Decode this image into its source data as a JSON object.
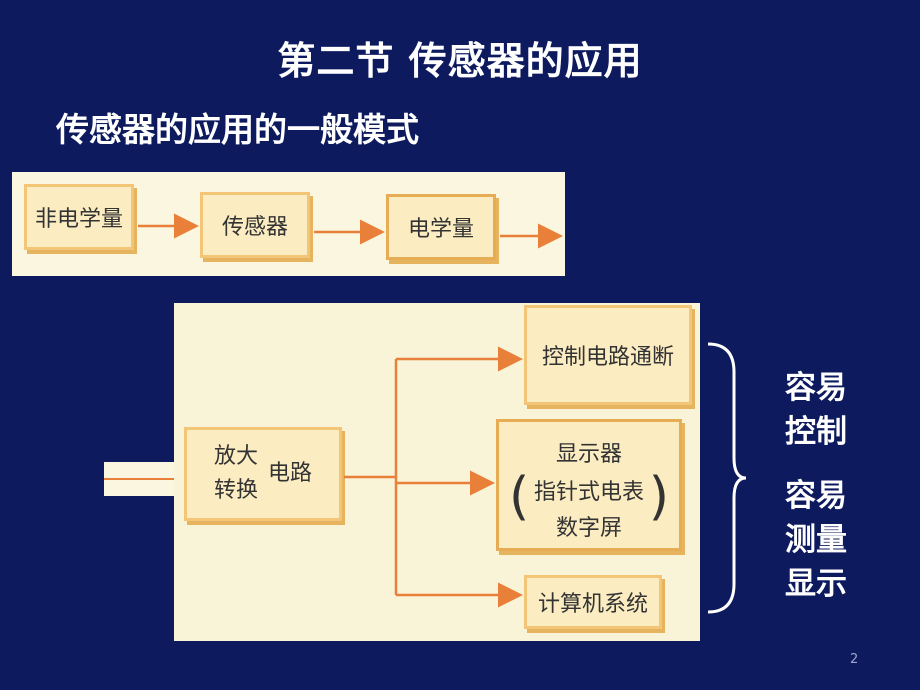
{
  "slide": {
    "title": "第二节 传感器的应用",
    "subtitle": "传感器的应用的一般模式",
    "page_number": "2"
  },
  "top_flow": {
    "boxes": [
      "非电学量",
      "传感器",
      "电学量"
    ]
  },
  "bottom_flow": {
    "amplifier_line1": "放大",
    "amplifier_line2": "转换",
    "amplifier_suffix": "电路",
    "control": "控制电路通断",
    "display_title": "显示器",
    "display_line1": "指针式电表",
    "display_line2": "数字屏",
    "computer": "计算机系统"
  },
  "side_notes": {
    "easy_control": [
      "容易",
      "控制"
    ],
    "easy_measure": [
      "容易",
      "测量",
      "显示"
    ]
  },
  "colors": {
    "background": "#0d1b5e",
    "arrow": "#e8803a",
    "box_fill": "#fbecc2",
    "box_border": "#f3c677"
  }
}
